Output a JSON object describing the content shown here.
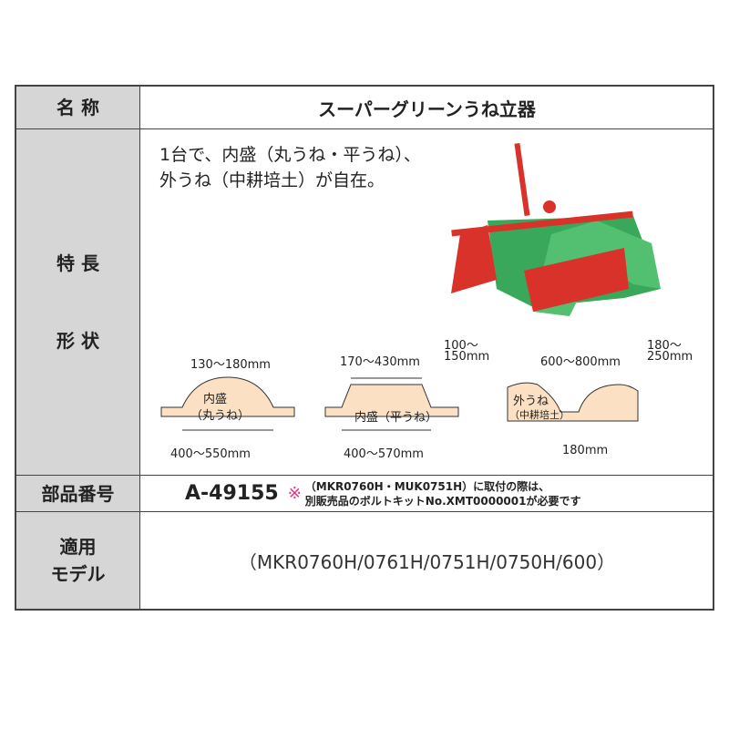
{
  "labels": {
    "name": "名 称",
    "features": "特 長",
    "shape": "形 状",
    "part": "部品番号",
    "models": "適用\nモデル"
  },
  "name_value": "スーパーグリーンうね立器",
  "features_text": [
    "1台で、内盛（丸うね・平うね）、",
    "外うね（中耕培土）が自在。"
  ],
  "diagrams": {
    "round": {
      "label1": "内盛",
      "label2": "（丸うね）",
      "height": "130〜180mm",
      "width": "400〜550mm"
    },
    "flat": {
      "label": "内盛（平うね）",
      "top": "170〜430mm",
      "height1": "100〜",
      "height2": "150mm",
      "width": "400〜570mm"
    },
    "outer": {
      "label1": "外うね",
      "label2": "（中耕培土）",
      "width": "600〜800mm",
      "height1": "180〜",
      "height2": "250mm",
      "gap": "180mm"
    }
  },
  "part": {
    "number": "A-49155",
    "mark": "※",
    "note1": "（MKR0760H・MUK0751H）に取付の際は、",
    "note2": "別販売品のボルトキットNo.XMT0000001が必要です"
  },
  "models": "（MKR0760H/0761H/0751H/0750H/600）",
  "colors": {
    "label_bg": "#d6d6d6",
    "shape_fill": "#fbe0c4",
    "mark": "#e8338a",
    "red": "#d8322a",
    "green": "#3aa85a"
  }
}
